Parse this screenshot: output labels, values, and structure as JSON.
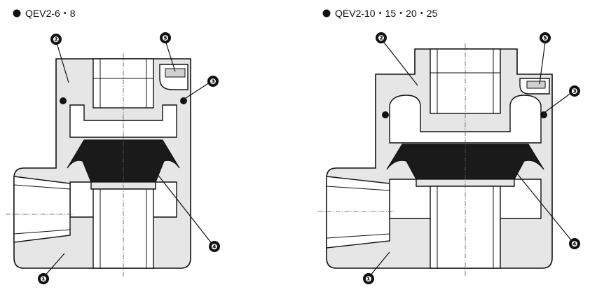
{
  "diagrams": [
    {
      "title": "QEV2-6・8",
      "callouts": [
        "❷",
        "❺",
        "❸",
        "❹",
        "❶"
      ]
    },
    {
      "title": "QEV2-10・15・20・25",
      "callouts": [
        "❷",
        "❺",
        "❸",
        "❹",
        "❶"
      ]
    }
  ],
  "colors": {
    "body_fill": "#e6e6e6",
    "diaphragm": "#1a1a1a",
    "outline": "#111111"
  }
}
